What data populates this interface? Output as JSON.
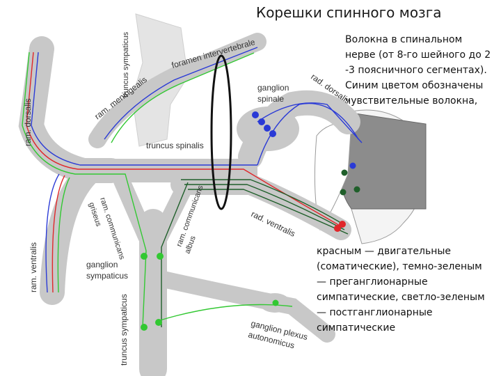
{
  "title": "Корешки спинного мозга",
  "note_top": "Волокна в спинальном\nнерве (от 8-го шейного до 2\n-3 поясничного сегментах).\nСиним цветом обозначены\nчувствительные волокна,",
  "note_bottom": "красным — двигательные\n(соматические), темно-зеленым\n— преганглионарные\nсимпатические, светло-зеленым\n— постганглионарные\nсимпатические",
  "labels": {
    "truncus_sympaticus_top": "truncus sympaticus",
    "foramen": "foramen intervertebrale",
    "ram_meningealis": "ram. meningealis",
    "ram_dorsalis_left": "ram. dorsalis",
    "ganglion_spinale": "ganglion\nspinale",
    "rad_dorsalis": "rad. dorsalis",
    "truncus_spinalis": "truncus spinalis",
    "ram_comm_griseus": "ram. communicans\ngriseus",
    "ram_comm_albus": "ram. communicans\nalbus",
    "rad_ventralis": "rad. ventralis",
    "ram_ventralis": "ram. ventralis",
    "ganglion_sympaticus": "ganglion\nsympaticus",
    "truncus_sympaticus_bottom": "truncus sympaticus",
    "ganglion_plexus": "ganglion plexus\nautonomicus"
  },
  "colors": {
    "sensory": "#2a3ad6",
    "motor": "#e0262a",
    "preganglionic": "#1f5f2a",
    "postganglionic": "#32c832",
    "nerve_fill": "#c8c8c8",
    "grey_matter": "#8a8a8a"
  }
}
